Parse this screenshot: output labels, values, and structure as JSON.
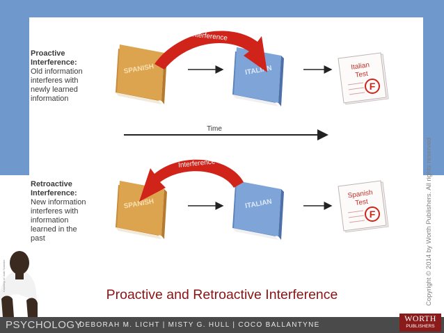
{
  "proactive": {
    "title_line1": "Proactive",
    "title_line2": "Interference:",
    "desc_lines": [
      "Old information",
      "interferes with",
      "newly learned",
      "information"
    ],
    "arrow_label": "Interference",
    "book_from": "SPANISH",
    "book_to": "ITALIAN",
    "test_line1": "Italian",
    "test_line2": "Test",
    "grade": "F"
  },
  "time_label": "Time",
  "retroactive": {
    "title_line1": "Retroactive",
    "title_line2": "Interference:",
    "desc_lines": [
      "New information",
      "interferes with",
      "information",
      "learned in the",
      "past"
    ],
    "arrow_label": "Interference",
    "book_from": "SPANISH",
    "book_to": "ITALIAN",
    "test_line1": "Spanish",
    "test_line2": "Test",
    "grade": "F"
  },
  "slide_title": "Proactive and Retroactive Interference",
  "copyright": "Copyright © 2014 by Worth Publishers. All rights reserved",
  "photo_credit": "Courtesy of Jude Ndambe",
  "footer": {
    "brand": "PSYCHOLOGY",
    "authors": "DEBORAH M. LICHT  |  MISTY G. HULL  |  COCO BALLANTYNE",
    "publisher_line1": "WORTH",
    "publisher_line2": "PUBLISHERS"
  },
  "colors": {
    "background_band": "#6f98cd",
    "title": "#8a1414",
    "spanish_book": "#d9a04d",
    "italian_book": "#7ea4d8",
    "interference_arrow": "#d0231a",
    "footer": "#4a4a4a",
    "publisher": "#8b1a1a"
  }
}
